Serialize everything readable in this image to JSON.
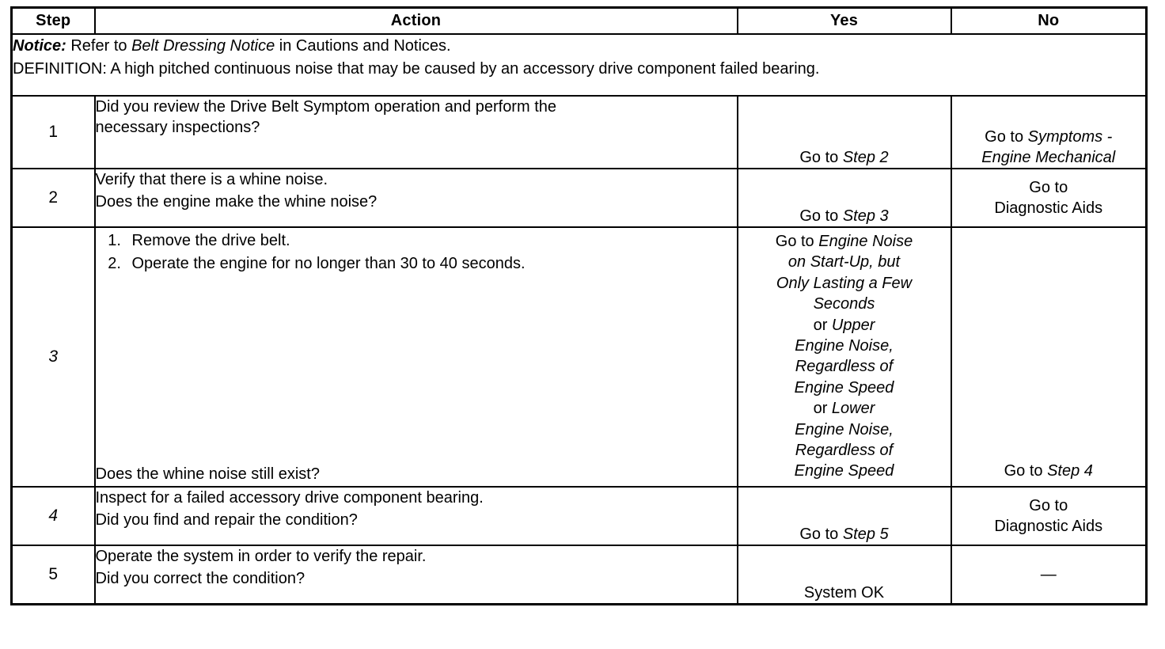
{
  "table": {
    "headers": {
      "step": "Step",
      "action": "Action",
      "yes": "Yes",
      "no": "No"
    },
    "notice": {
      "label": "Notice:",
      "line1_pre": " Refer to ",
      "line1_italic": "Belt Dressing Notice",
      "line1_post": " in Cautions and Notices.",
      "line2": "DEFINITION: A high pitched continuous noise that may be caused by an accessory drive component failed bearing."
    },
    "rows": [
      {
        "step": "1",
        "step_italic": false,
        "action_line1": "Did you review the Drive Belt Symptom operation and perform the",
        "action_line2": "necessary inspections?",
        "yes_pre": "Go to ",
        "yes_italic": "Step 2",
        "no_line1_pre": "Go to ",
        "no_line1_italic": "Symptoms -",
        "no_line2_italic": "Engine Mechanical"
      },
      {
        "step": "2",
        "step_italic": false,
        "action_line1": "Verify that there is a whine noise.",
        "action_line2": "Does the engine make the whine noise?",
        "yes_pre": "Go to ",
        "yes_italic": "Step 3",
        "no_line1": "Go to",
        "no_line2": "Diagnostic Aids"
      },
      {
        "step": "3",
        "step_italic": true,
        "sub_items": [
          "Remove the drive belt.",
          "Operate the engine for no longer than 30 to 40 seconds."
        ],
        "action_tail": "Does the whine noise still exist?",
        "yes_lines": [
          {
            "plain": "Go to ",
            "italic": "Engine Noise"
          },
          {
            "plain": "",
            "italic": "on Start-Up, but"
          },
          {
            "plain": "",
            "italic": "Only Lasting a Few"
          },
          {
            "plain": "",
            "italic": "Seconds"
          },
          {
            "plain": "or ",
            "italic": "Upper"
          },
          {
            "plain": "",
            "italic": "Engine Noise,"
          },
          {
            "plain": "",
            "italic": "Regardless of"
          },
          {
            "plain": "",
            "italic": "Engine Speed"
          },
          {
            "plain": "or ",
            "italic": "Lower"
          },
          {
            "plain": "",
            "italic": "Engine Noise,"
          },
          {
            "plain": "",
            "italic": "Regardless of"
          },
          {
            "plain": "",
            "italic": "Engine Speed"
          }
        ],
        "no_pre": "Go to ",
        "no_italic": "Step 4"
      },
      {
        "step": "4",
        "step_italic": true,
        "action_line1": "Inspect for a failed accessory drive component bearing.",
        "action_line2": "Did you find and repair the condition?",
        "yes_pre": "Go to ",
        "yes_italic": "Step 5",
        "no_line1": "Go to",
        "no_line2": "Diagnostic Aids"
      },
      {
        "step": "5",
        "step_italic": false,
        "action_line1": "Operate the system in order to verify the repair.",
        "action_line2": "Did you correct the condition?",
        "yes_plain": "System OK",
        "no_dash": "—"
      }
    ]
  },
  "colors": {
    "ink": "#000000",
    "paper": "#ffffff"
  }
}
